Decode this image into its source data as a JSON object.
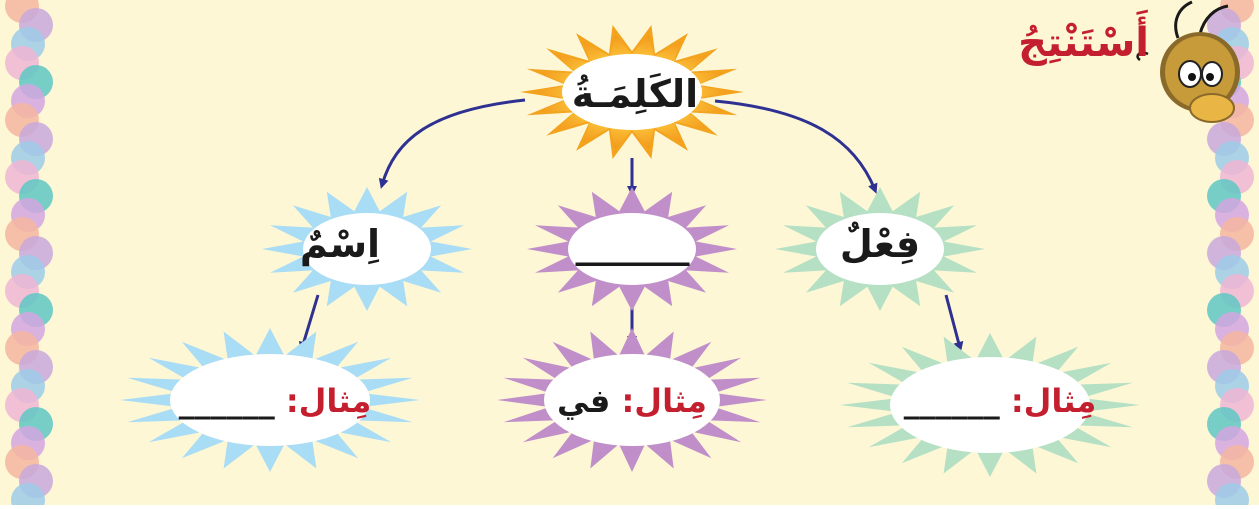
{
  "page": {
    "title": "أَسْتَنْتِجُ",
    "colors": {
      "background": "#fdf7d6",
      "sun": "#f3a31d",
      "sun_inner": "#fcd14a",
      "arrow": "#2e3192",
      "title_red": "#c41f2f",
      "blue_star": "#a9dcf5",
      "purple_star": "#c08fc9",
      "green_star": "#b5e0c4"
    },
    "icons": [
      "bee-mascot-icon",
      "scalloped-border-icon"
    ]
  },
  "diagram": {
    "root": {
      "label": "الكَلِمَـةُ"
    },
    "categories": [
      {
        "id": "verb",
        "label": "فِعْلٌ",
        "color": "green",
        "example_prefix": "مِثال:",
        "example_value": "______"
      },
      {
        "id": "particle",
        "label": "______",
        "color": "purple",
        "example_prefix": "مِثال:",
        "example_value": "في"
      },
      {
        "id": "noun",
        "label": "اِسْمٌ",
        "color": "blue",
        "example_prefix": "مِثال:",
        "example_value": "______"
      }
    ]
  }
}
